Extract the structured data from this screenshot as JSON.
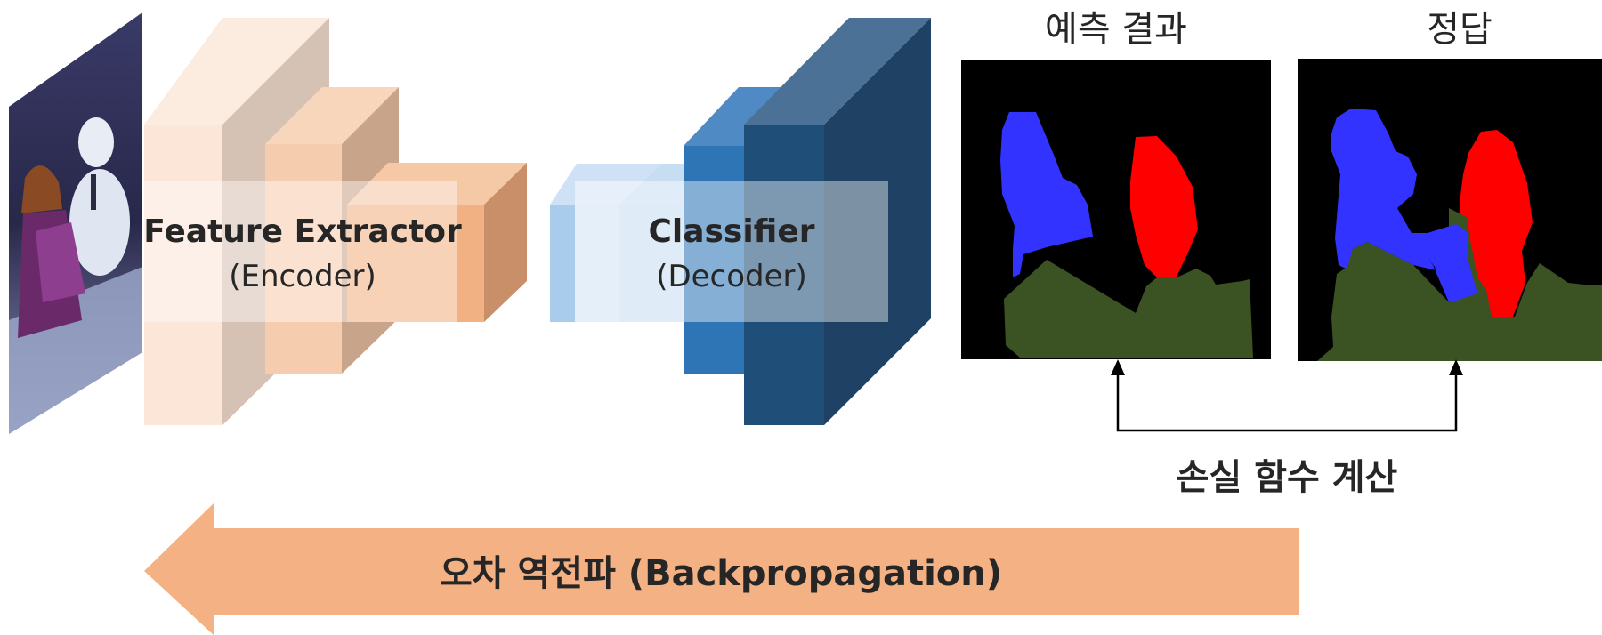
{
  "encoder": {
    "title": "Feature Extractor",
    "subtitle": "(Encoder)"
  },
  "decoder": {
    "title": "Classifier",
    "subtitle": "(Decoder)"
  },
  "prediction": {
    "label": "예측 결과"
  },
  "ground_truth": {
    "label": "정답"
  },
  "loss": {
    "label": "손실 함수 계산"
  },
  "backprop": {
    "label": "오차 역전파 (Backpropagation)"
  },
  "colors": {
    "encoder_light": "#fbe6d8",
    "encoder_mid": "#f6ccae",
    "encoder_dark": "#f2b183",
    "decoder_light": "#bcd6ee",
    "decoder_mid": "#2e75b6",
    "decoder_dark": "#1f4e79",
    "backprop_arrow": "#f4b183",
    "seg_blue": "#3333ff",
    "seg_red": "#ff0000",
    "seg_green": "#3b5323",
    "seg_background": "#000000"
  }
}
